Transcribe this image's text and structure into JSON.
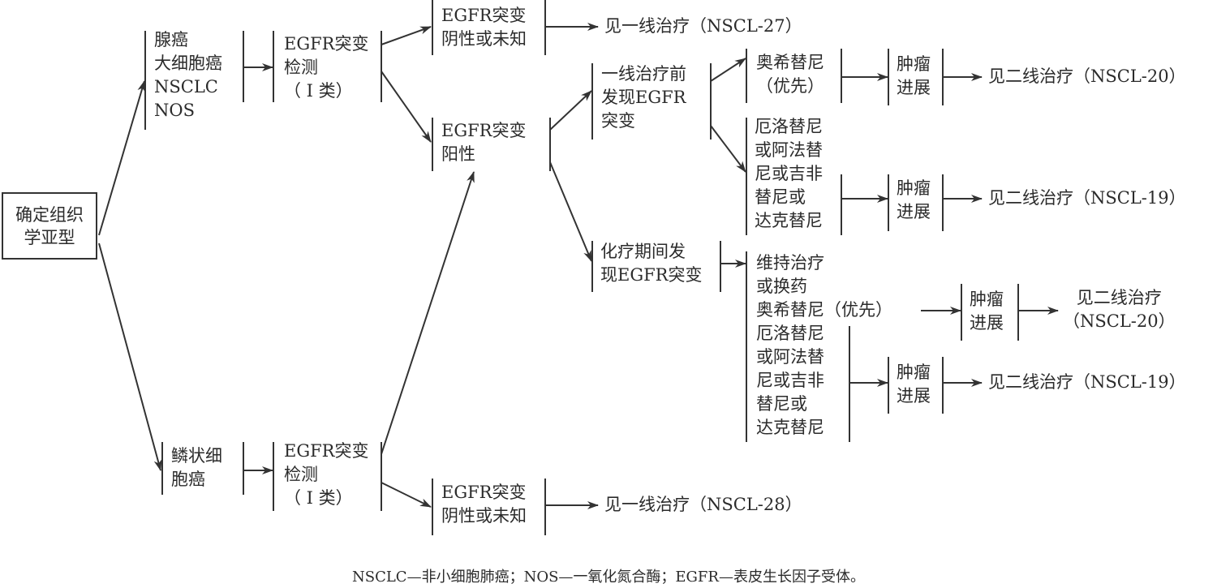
{
  "root": {
    "lines": [
      "确定组织",
      "学亚型"
    ]
  },
  "adeno": {
    "lines": [
      "腺癌",
      "大细胞癌",
      "NSCLC",
      "NOS"
    ]
  },
  "squamous": {
    "lines": [
      "鳞状细",
      "胞癌"
    ]
  },
  "test1": {
    "lines": [
      "EGFR突变",
      "检测",
      "（ Ⅰ 类）"
    ]
  },
  "test2": {
    "lines": [
      "EGFR突变",
      "检测",
      "（ Ⅰ 类）"
    ]
  },
  "neg1": {
    "lines": [
      "EGFR突变",
      "阴性或未知"
    ],
    "result": "见一线治疗（NSCL-27）"
  },
  "neg2": {
    "lines": [
      "EGFR突变",
      "阴性或未知"
    ],
    "result": "见一线治疗（NSCL-28）"
  },
  "pos": {
    "lines": [
      "EGFR突变",
      "阳性"
    ]
  },
  "first_line": {
    "lines": [
      "一线治疗前",
      "发现EGFR",
      "突变"
    ]
  },
  "chemo": {
    "lines": [
      "化疗期间发",
      "现EGFR突变"
    ]
  },
  "osim1": {
    "lines": [
      "奥希替尼",
      "（优先）"
    ]
  },
  "erlo1": {
    "lines": [
      "厄洛替尼",
      "或阿法替",
      "尼或吉非",
      "替尼或",
      "达克替尼"
    ]
  },
  "maint": {
    "lines": [
      "维持治疗",
      "或换药",
      "奥希替尼（优先）",
      "厄洛替尼",
      "或阿法替",
      "尼或吉非",
      "替尼或",
      "达克替尼"
    ]
  },
  "progress": {
    "lines": [
      "肿瘤",
      "进展"
    ]
  },
  "results": {
    "r1": "见二线治疗（NSCL-20）",
    "r2": "见二线治疗（NSCL-19）",
    "r3a": "见二线治疗",
    "r3b": "（NSCL-20）",
    "r4": "见二线治疗（NSCL-19）"
  },
  "footnote": "NSCLC—非小细胞肺癌；NOS—一氧化氮合酶；EGFR—表皮生长因子受体。"
}
